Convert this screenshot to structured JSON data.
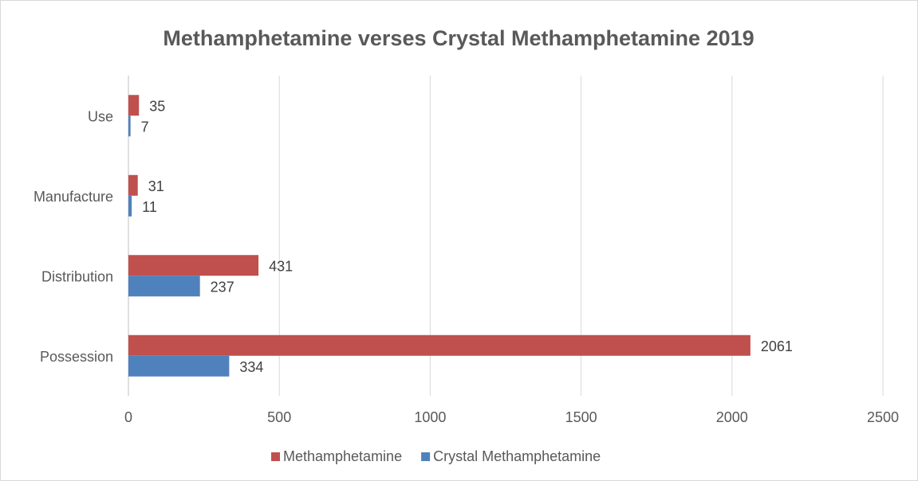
{
  "chart_data": {
    "type": "bar",
    "orientation": "horizontal",
    "title": "Methamphetamine verses Crystal Methamphetamine 2019",
    "categories": [
      "Use",
      "Manufacture",
      "Distribution",
      "Possession"
    ],
    "series": [
      {
        "name": "Methamphetamine",
        "color": "#c0504d",
        "values": [
          35,
          31,
          431,
          2061
        ]
      },
      {
        "name": "Crystal Methamphetamine",
        "color": "#4f81bd",
        "values": [
          7,
          11,
          237,
          334
        ]
      }
    ],
    "xlim": [
      0,
      2500
    ],
    "x_ticks": [
      0,
      500,
      1000,
      1500,
      2000,
      2500
    ],
    "gridlines": true,
    "legend_position": "bottom",
    "data_labels": true
  }
}
